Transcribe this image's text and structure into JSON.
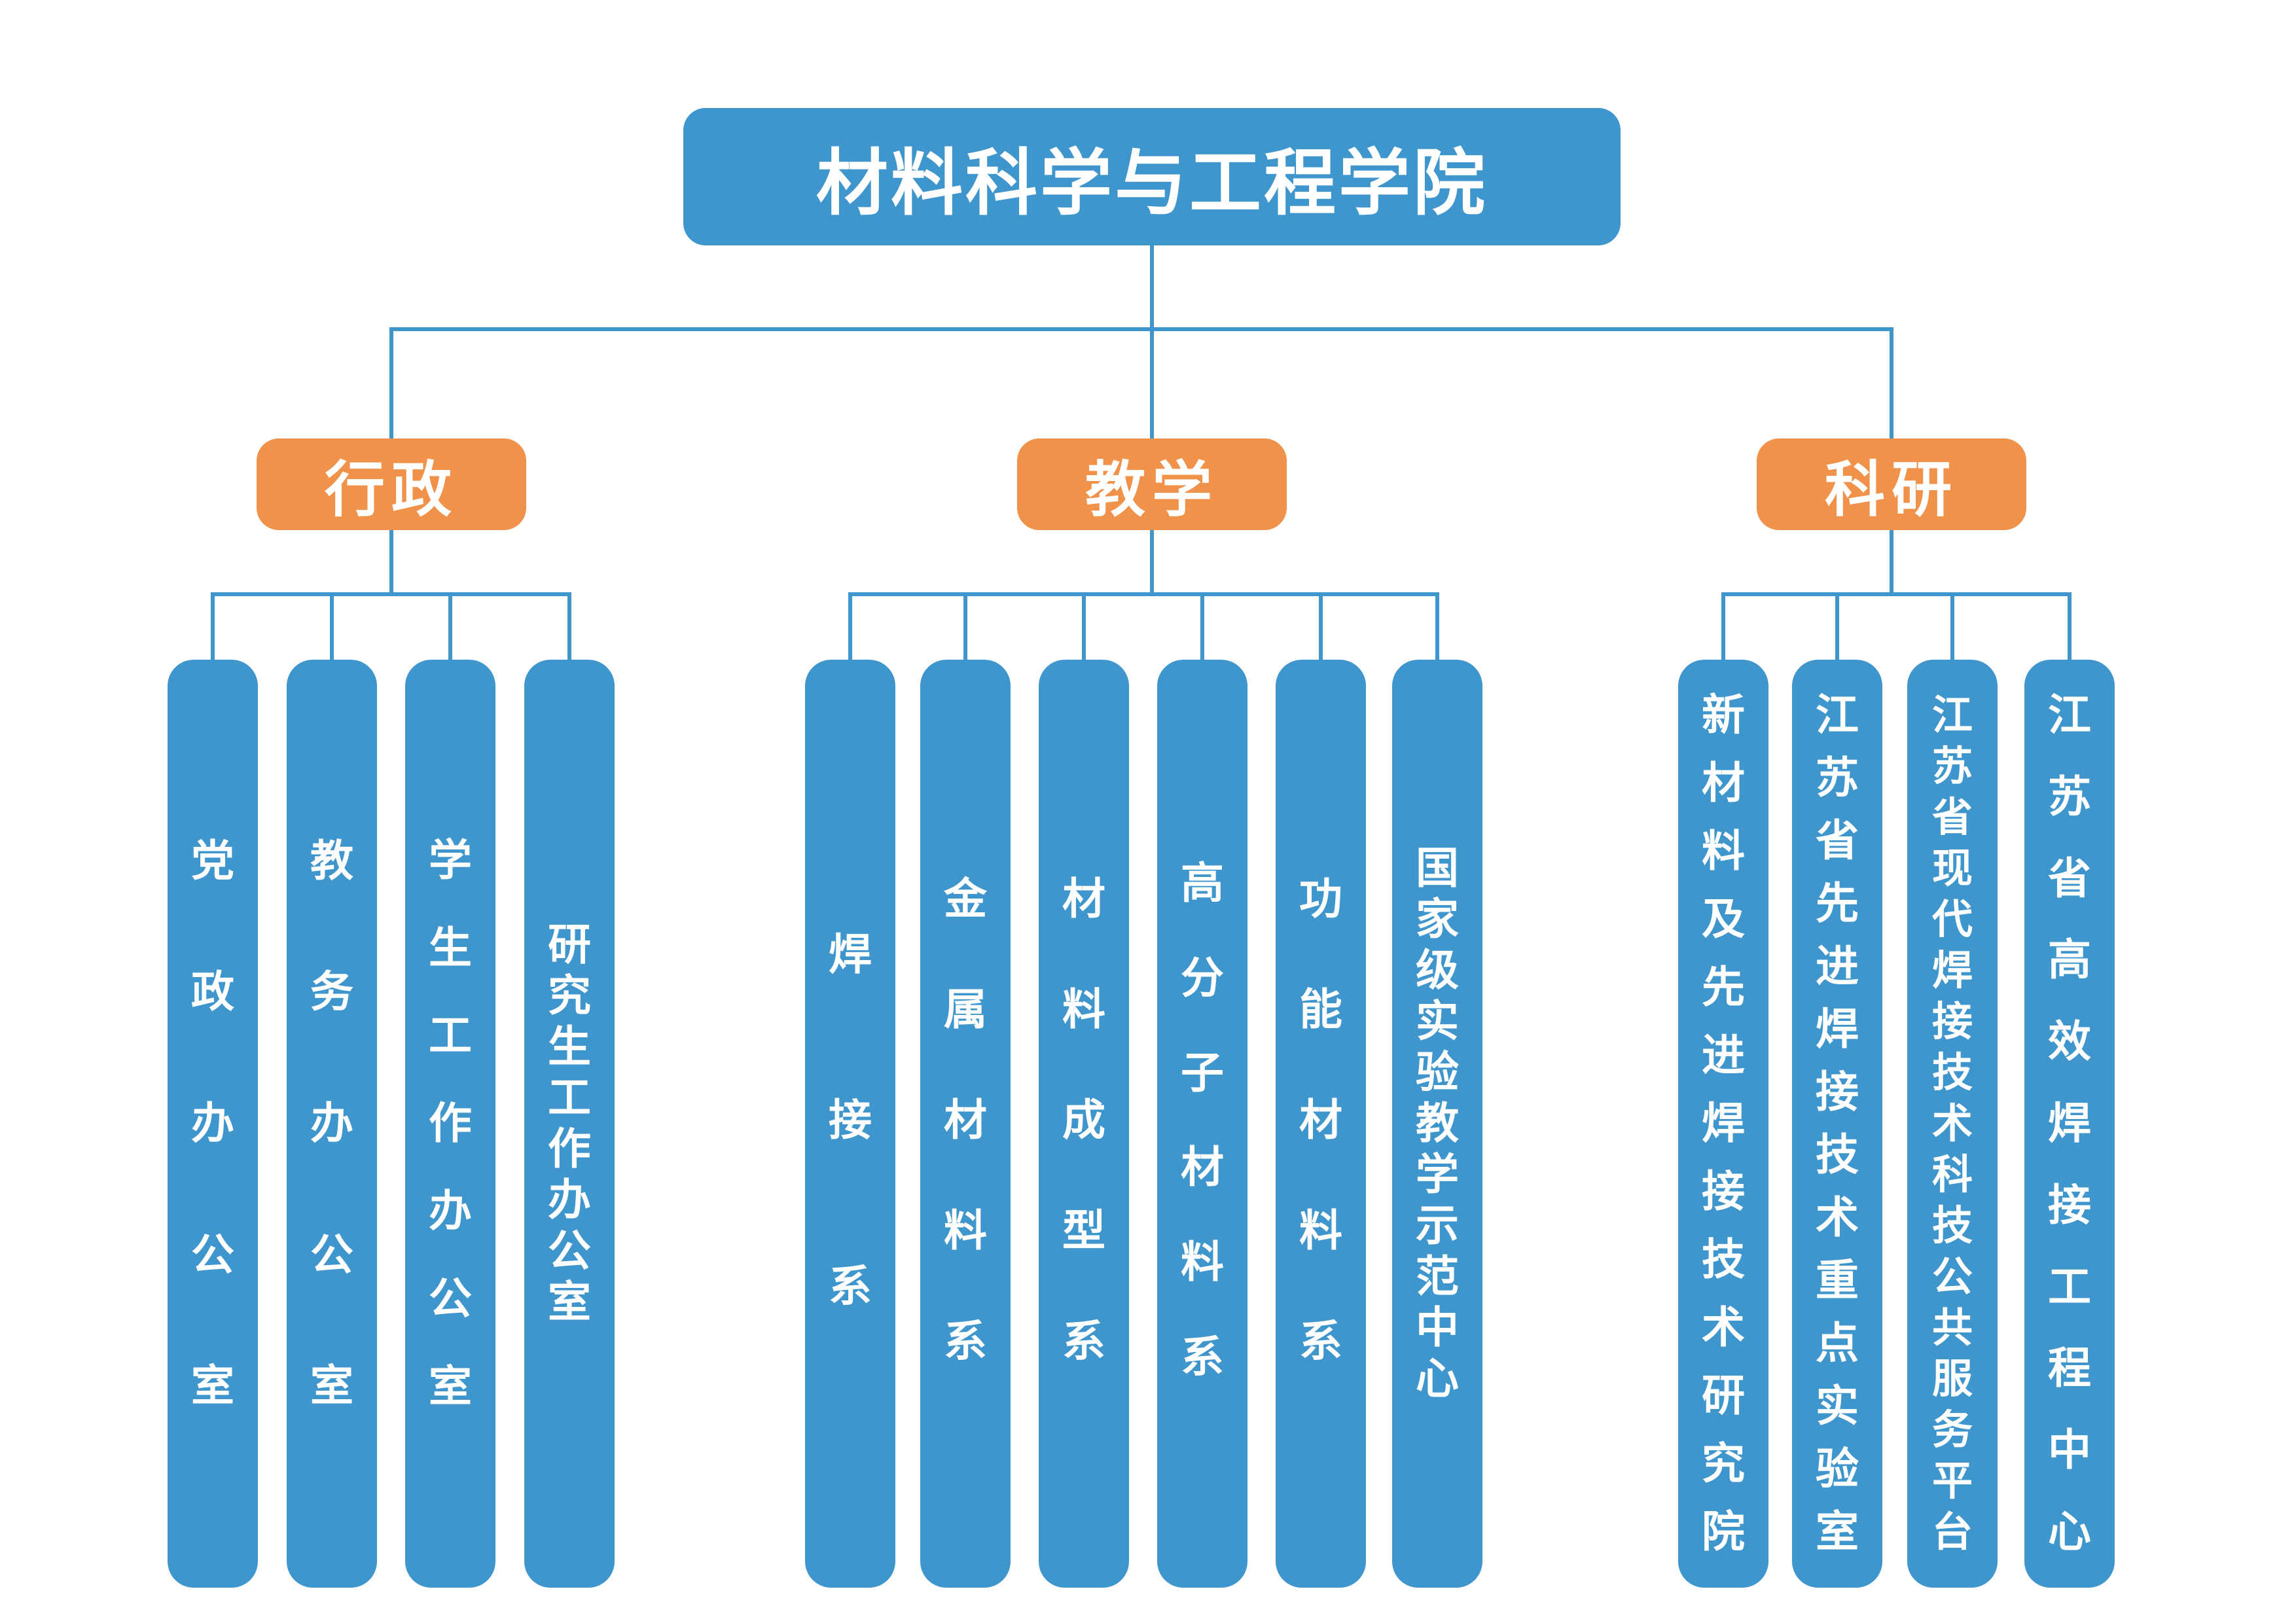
{
  "root": {
    "label": "材料科学与工程学院"
  },
  "colors": {
    "blue": "#3f96cd",
    "orange": "#f0924a",
    "line": "#3f96cd",
    "text": "#ffffff"
  },
  "categories": [
    {
      "label": "行政",
      "children": [
        "党政办公室",
        "教务办公室",
        "学生工作办公室",
        "研究生工作办公室"
      ]
    },
    {
      "label": "教学",
      "children": [
        "焊接系",
        "金属材料系",
        "材料成型系",
        "高分子材料系",
        "功能材料系",
        "国家级实验教学示范中心"
      ]
    },
    {
      "label": "科研",
      "children": [
        "新材料及先进焊接技术研究院",
        "江苏省先进焊接技术重点实验室",
        "江苏省现代焊接技术科技公共服务平台",
        "江苏省高效焊接工程中心"
      ]
    }
  ]
}
